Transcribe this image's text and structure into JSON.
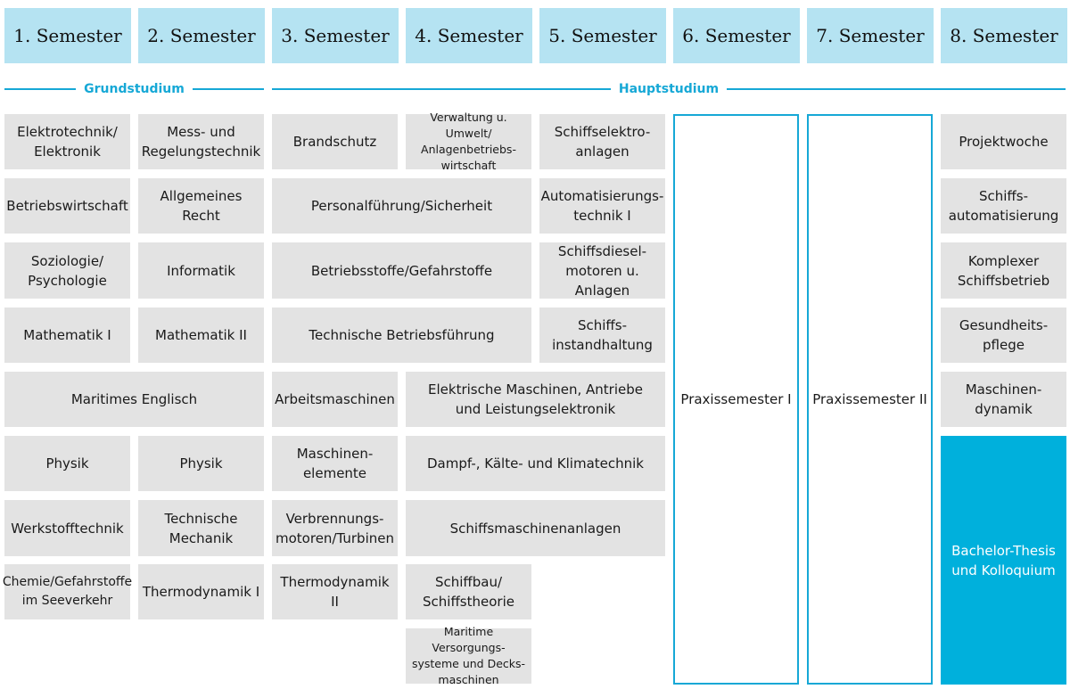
{
  "semesters": [
    "1. Semester",
    "2. Semester",
    "3. Semester",
    "4. Semester",
    "5. Semester",
    "6. Semester",
    "7. Semester",
    "8. Semester"
  ],
  "phases": {
    "grund": "Grundstudium",
    "haupt": "Hauptstudium"
  },
  "courses": {
    "c11": "Elektrotechnik/\nElektronik",
    "c12": "Mess- und\nRegelungstechnik",
    "c13": "Brandschutz",
    "c14": "Verwaltung u. Umwelt/\nAnlagenbetriebs-\nwirtschaft",
    "c15": "Schiffselektro-\nanlagen",
    "c21": "Betriebswirtschaft",
    "c22": "Allgemeines Recht",
    "c23": "Personalführung/Sicherheit",
    "c25": "Automatisierungs-\ntechnik I",
    "c31": "Soziologie/\nPsychologie",
    "c32": "Informatik",
    "c33": "Betriebsstoffe/Gefahrstoffe",
    "c35": "Schiffsdiesel-\nmotoren u. Anlagen",
    "c41": "Mathematik I",
    "c42": "Mathematik II",
    "c43": "Technische Betriebsführung",
    "c45": "Schiffs-\ninstandhaltung",
    "c51": "Maritimes Englisch",
    "c53": "Arbeitsmaschinen",
    "c54": "Elektrische Maschinen, Antriebe\nund Leistungselektronik",
    "c61": "Physik",
    "c62": "Physik",
    "c63": "Maschinen-\nelemente",
    "c64": "Dampf-, Kälte- und Klimatechnik",
    "c71": "Werkstofftechnik",
    "c72": "Technische\nMechanik",
    "c73": "Verbrennungs-\nmotoren/Turbinen",
    "c74": "Schiffsmaschinenanlagen",
    "c81": "Chemie/Gefahrstoffe\nim Seeverkehr",
    "c82": "Thermodynamik I",
    "c83": "Thermodynamik II",
    "c84": "Schiffbau/\nSchiffstheorie",
    "c94": "Maritime Versorgungs-\nsysteme und Decks-\nmaschinen"
  },
  "praxis": {
    "s6": "Praxissemester I",
    "s7": "Praxissemester II"
  },
  "sem8": {
    "r1": "Projektwoche",
    "r2": "Schiffs-\nautomatisierung",
    "r3": "Komplexer\nSchiffsbetrieb",
    "r4": "Gesundheits-\npflege",
    "r5": "Maschinen-\ndynamik",
    "thesis": "Bachelor-Thesis\nund Kolloquium"
  }
}
